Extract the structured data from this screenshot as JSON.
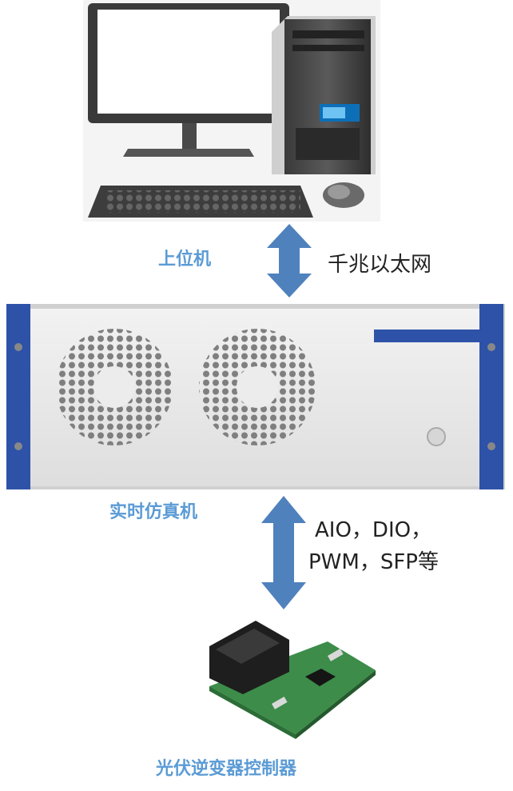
{
  "nodes": {
    "host": {
      "label": "上位机"
    },
    "simulator": {
      "label": "实时仿真机"
    },
    "controller": {
      "label": "光伏逆变器控制器"
    }
  },
  "links": {
    "host_sim": {
      "label": "千兆以太网"
    },
    "sim_ctrl": {
      "line1": "AIO，DIO，",
      "line2": "PWM，SFP等"
    }
  },
  "colors": {
    "label_blue": "#5b9bd5",
    "arrow_blue": "#4f81bd",
    "rack_blue": "#2d52a8",
    "pcb_green": "#3d8c4a"
  }
}
